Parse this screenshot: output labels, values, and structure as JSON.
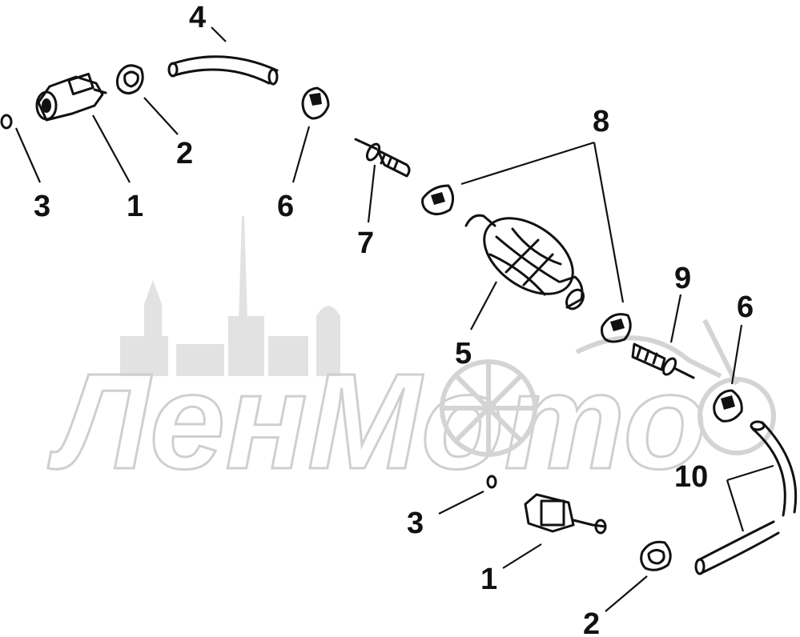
{
  "diagram": {
    "callouts": [
      {
        "id": "c4a",
        "label": "4"
      },
      {
        "id": "c2a",
        "label": "2"
      },
      {
        "id": "c3a",
        "label": "3"
      },
      {
        "id": "c1a",
        "label": "1"
      },
      {
        "id": "c6a",
        "label": "6"
      },
      {
        "id": "c7",
        "label": "7"
      },
      {
        "id": "c8",
        "label": "8"
      },
      {
        "id": "c5",
        "label": "5"
      },
      {
        "id": "c9",
        "label": "9"
      },
      {
        "id": "c6b",
        "label": "6"
      },
      {
        "id": "c10",
        "label": "10"
      },
      {
        "id": "c3b",
        "label": "3"
      },
      {
        "id": "c1b",
        "label": "1"
      },
      {
        "id": "c2b",
        "label": "2"
      }
    ],
    "watermark": {
      "text": "ЛенМото"
    }
  }
}
